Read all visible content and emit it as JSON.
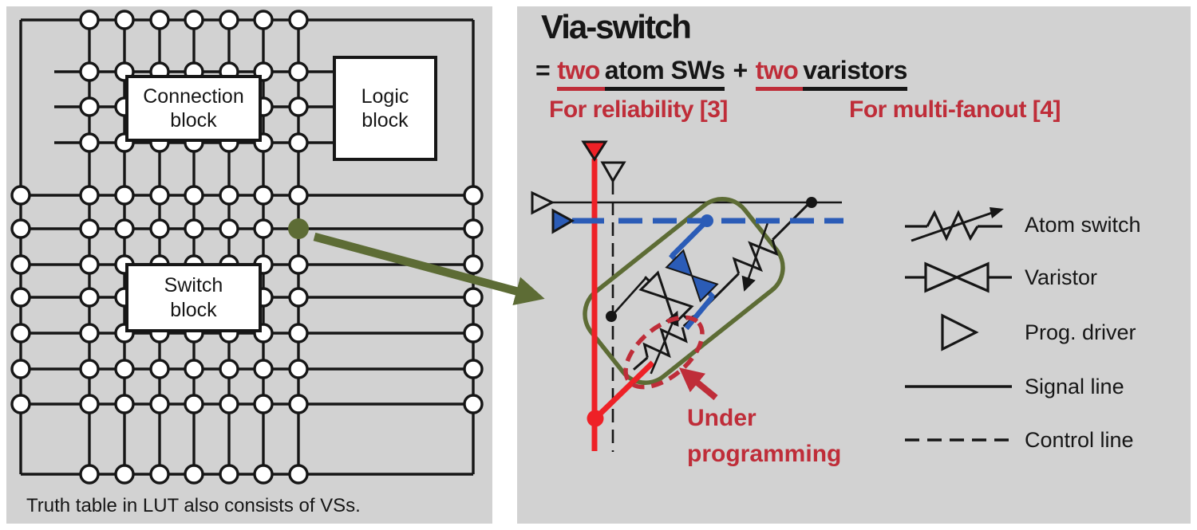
{
  "colors": {
    "ink": "#161616",
    "red": "#ee2127",
    "crimson": "#bf2d39",
    "blue": "#2b5cb7",
    "olive": "#5d6c35",
    "panel": "#d2d2d2"
  },
  "left_panel": {
    "blocks": {
      "connection": "Connection\nblock",
      "logic": "Logic\nblock",
      "switch": "Switch\nblock"
    },
    "caption": "Truth table in LUT also consists of VSs."
  },
  "right_panel": {
    "title": "Via-switch",
    "equation": {
      "eq": "=",
      "two1": "two",
      "atom": "atom SWs",
      "plus": "+",
      "two2": "two",
      "varistors": "varistors"
    },
    "reasons": {
      "left": "For reliability [3]",
      "right": "For multi-fanout [4]"
    },
    "under_programming": "Under\nprogramming",
    "legend": {
      "items": [
        {
          "label": "Atom switch"
        },
        {
          "label": "Varistor"
        },
        {
          "label": "Prog. driver"
        },
        {
          "label": "Signal line"
        },
        {
          "label": "Control line"
        }
      ]
    }
  }
}
